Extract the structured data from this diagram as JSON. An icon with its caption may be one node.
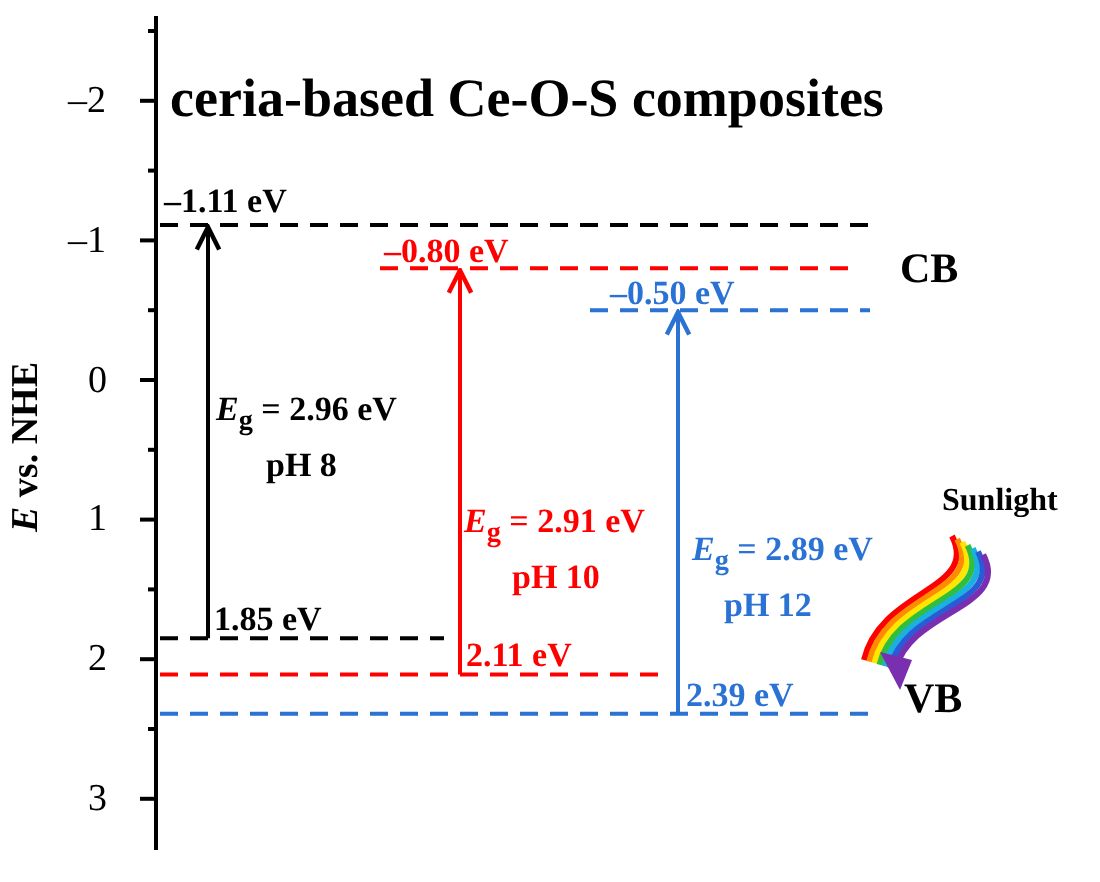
{
  "diagram": {
    "title": "ceria-based Ce-O-S composites",
    "labels": [
      "–2",
      "–1",
      "–1.11 eV",
      "CB",
      "–0.80 eV",
      "–0.50 eV",
      "0",
      "*E* vs. NHE",
      "*E*$_{g}$ = 2.96 eV",
      "pH 8",
      "1",
      "*E*$_{g}$ = 2.91 eV",
      "pH 10",
      "*E*$_{g}$ = 2.89 eV",
      "Sunlight",
      "pH 12",
      "1.85 eV",
      "2",
      "2.11 eV",
      "2.39 eV",
      "VB",
      "3"
    ]
  }
}
